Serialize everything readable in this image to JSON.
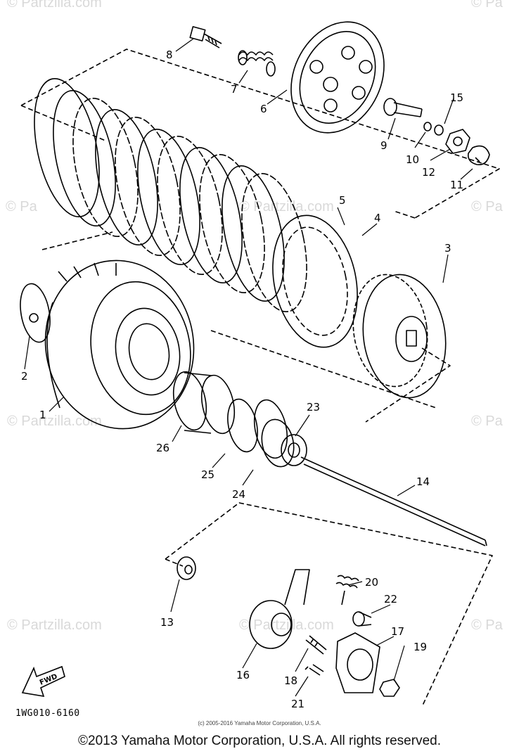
{
  "diagram": {
    "watermarks": [
      "© Partzilla.com",
      "© Partzilla.com",
      "© Pa",
      "© Pa",
      "© Partzilla.com",
      "© Pa",
      "© Partzilla.com",
      "© Partzilla.com",
      "© Pa",
      "© Pa"
    ],
    "part_labels": [
      "1",
      "2",
      "3",
      "4",
      "5",
      "6",
      "7",
      "8",
      "9",
      "10",
      "11",
      "12",
      "13",
      "14",
      "15",
      "16",
      "17",
      "18",
      "19",
      "20",
      "21",
      "22",
      "23",
      "24",
      "25",
      "26"
    ],
    "fwd_label": "FWD",
    "diagram_code": "1WG010-6160",
    "small_copyright": "(c) 2005-2016 Yamaha Motor Corporation, U.S.A.",
    "footer_copyright": "©2013 Yamaha Motor Corporation, U.S.A. All rights reserved."
  },
  "colors": {
    "ink": "#000000",
    "watermark": "#d9d9d9",
    "background": "#ffffff"
  }
}
